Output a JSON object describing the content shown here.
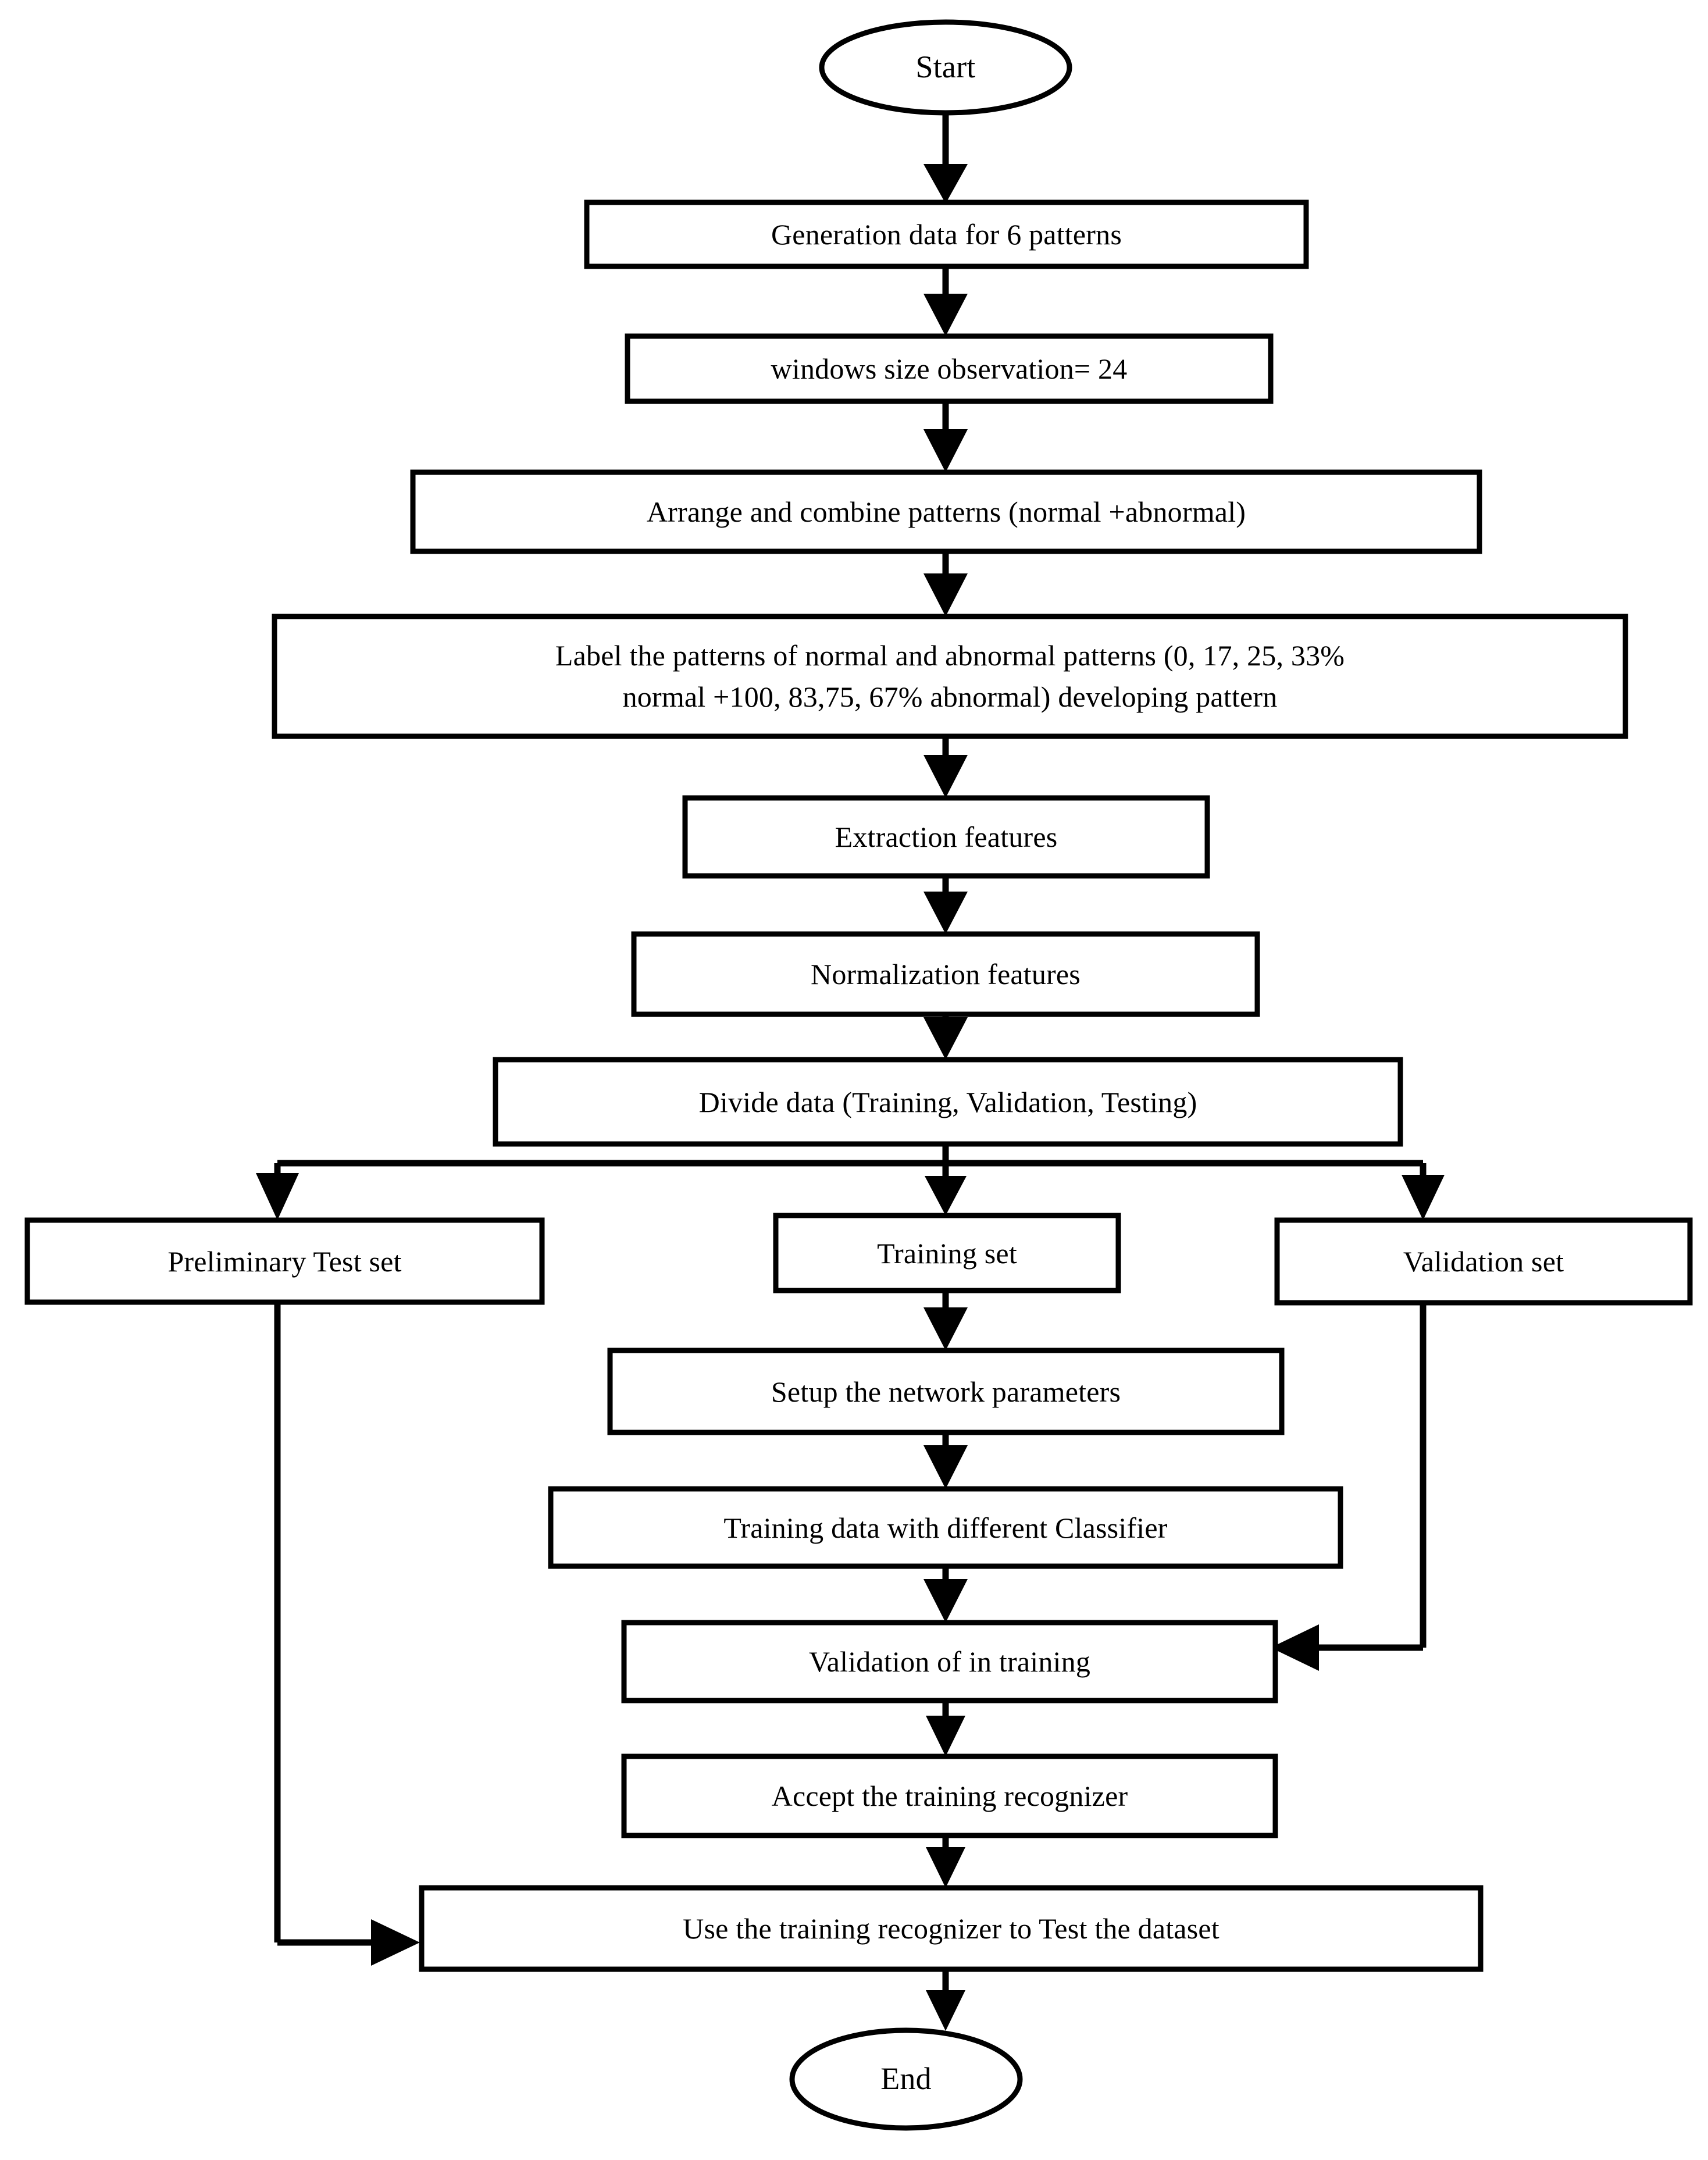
{
  "diagram": {
    "type": "flowchart",
    "title": "Pattern recognition experiment flowchart",
    "orientation": "top-to-bottom",
    "background_color": "#ffffff",
    "line_color": "#000000",
    "text_color": "#000000"
  },
  "nodes": {
    "start": {
      "label": "Start",
      "shape": "ellipse"
    },
    "generation": {
      "label": "Generation data for 6 patterns",
      "shape": "rect"
    },
    "windows": {
      "label": "windows size observation= 24",
      "shape": "rect"
    },
    "arrange": {
      "label": "Arrange and combine patterns (normal +abnormal)",
      "shape": "rect"
    },
    "label_patterns": {
      "label": "Label the patterns of normal and abnormal patterns (0, 17, 25, 33%\nnormal +100, 83,75, 67% abnormal) developing pattern",
      "shape": "rect"
    },
    "extraction": {
      "label": "Extraction features",
      "shape": "rect"
    },
    "normalization": {
      "label": "Normalization features",
      "shape": "rect"
    },
    "divide": {
      "label": "Divide data (Training, Validation, Testing)",
      "shape": "rect"
    },
    "prelim_test": {
      "label": "Preliminary Test set",
      "shape": "rect"
    },
    "training_set": {
      "label": "Training set",
      "shape": "rect"
    },
    "validation_set": {
      "label": "Validation set",
      "shape": "rect"
    },
    "setup": {
      "label": "Setup the network parameters",
      "shape": "rect"
    },
    "train_classifier": {
      "label": "Training data with different Classifier",
      "shape": "rect"
    },
    "validation_training": {
      "label": "Validation of in training",
      "shape": "rect"
    },
    "accept": {
      "label": "Accept the training recognizer",
      "shape": "rect"
    },
    "use_recognizer": {
      "label": "Use the training recognizer to Test the dataset",
      "shape": "rect"
    },
    "end": {
      "label": "End",
      "shape": "ellipse"
    }
  },
  "edges": [
    {
      "from": "start",
      "to": "generation",
      "style": "straight-down"
    },
    {
      "from": "generation",
      "to": "windows",
      "style": "straight-down"
    },
    {
      "from": "windows",
      "to": "arrange",
      "style": "straight-down"
    },
    {
      "from": "arrange",
      "to": "label_patterns",
      "style": "straight-down"
    },
    {
      "from": "label_patterns",
      "to": "extraction",
      "style": "straight-down"
    },
    {
      "from": "extraction",
      "to": "normalization",
      "style": "straight-down"
    },
    {
      "from": "normalization",
      "to": "divide",
      "style": "straight-down"
    },
    {
      "from": "divide",
      "to": "prelim_test",
      "style": "split-left"
    },
    {
      "from": "divide",
      "to": "training_set",
      "style": "split-center"
    },
    {
      "from": "divide",
      "to": "validation_set",
      "style": "split-right"
    },
    {
      "from": "training_set",
      "to": "setup",
      "style": "straight-down"
    },
    {
      "from": "setup",
      "to": "train_classifier",
      "style": "straight-down"
    },
    {
      "from": "train_classifier",
      "to": "validation_training",
      "style": "straight-down"
    },
    {
      "from": "validation_set",
      "to": "validation_training",
      "style": "right-elbow-into-left"
    },
    {
      "from": "validation_training",
      "to": "accept",
      "style": "straight-down"
    },
    {
      "from": "accept",
      "to": "use_recognizer",
      "style": "straight-down"
    },
    {
      "from": "prelim_test",
      "to": "use_recognizer",
      "style": "left-elbow-into-right"
    },
    {
      "from": "use_recognizer",
      "to": "end",
      "style": "straight-down"
    }
  ]
}
